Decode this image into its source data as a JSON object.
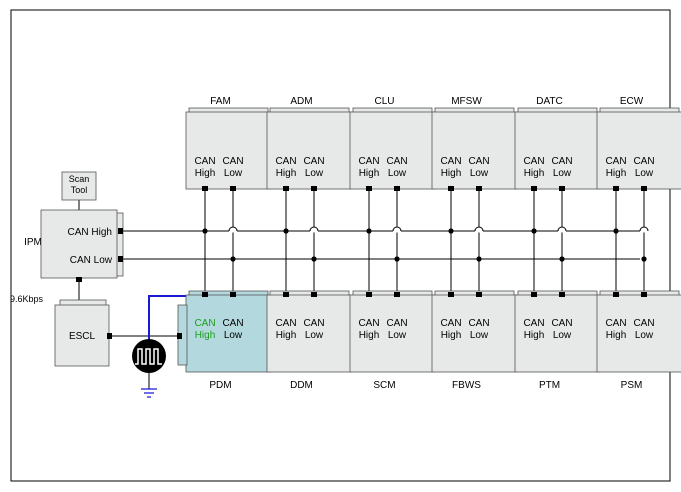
{
  "diagram": {
    "top_modules": [
      {
        "name": "FAM",
        "pin_high": "CAN\nHigh",
        "pin_low": "CAN\nLow"
      },
      {
        "name": "ADM",
        "pin_high": "CAN\nHigh",
        "pin_low": "CAN\nLow"
      },
      {
        "name": "CLU",
        "pin_high": "CAN\nHigh",
        "pin_low": "CAN\nLow"
      },
      {
        "name": "MFSW",
        "pin_high": "CAN\nHigh",
        "pin_low": "CAN\nLow"
      },
      {
        "name": "DATC",
        "pin_high": "CAN\nHigh",
        "pin_low": "CAN\nLow"
      },
      {
        "name": "ECW",
        "pin_high": "CAN\nHigh",
        "pin_low": "CAN\nLow"
      }
    ],
    "bottom_modules": [
      {
        "name": "PDM",
        "pin_high": "CAN\nHigh",
        "pin_low": "CAN\nLow",
        "highlighted": true
      },
      {
        "name": "DDM",
        "pin_high": "CAN\nHigh",
        "pin_low": "CAN\nLow"
      },
      {
        "name": "SCM",
        "pin_high": "CAN\nHigh",
        "pin_low": "CAN\nLow"
      },
      {
        "name": "FBWS",
        "pin_high": "CAN\nHigh",
        "pin_low": "CAN\nLow"
      },
      {
        "name": "PTM",
        "pin_high": "CAN\nHigh",
        "pin_low": "CAN\nLow"
      },
      {
        "name": "PSM",
        "pin_high": "CAN\nHigh",
        "pin_low": "CAN\nLow"
      }
    ],
    "scan_tool": "Scan\nTool",
    "ipm": {
      "name": "IPM",
      "can_high": "CAN High",
      "can_low": "CAN Low"
    },
    "baud_rate": "9.6Kbps",
    "escl": "ESCL",
    "colors": {
      "module_fill": "#e6e9e7",
      "highlight_fill": "#b3d9df",
      "highlight_text": "#1a9e1a",
      "probe_wire": "#1a1ad6",
      "line": "#000000"
    }
  }
}
